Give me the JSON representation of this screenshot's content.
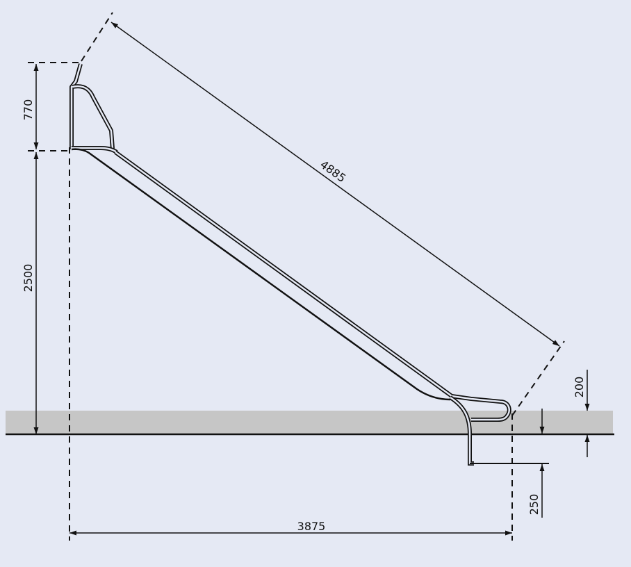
{
  "dimensions": {
    "slide_length": "4885",
    "rail_height": "770",
    "platform_height": "2500",
    "exit_height": "200",
    "foundation_depth": "250",
    "horizontal_length": "3875"
  },
  "colors": {
    "background": "#e5e9f4",
    "ground_band": "#c6c6c6",
    "line": "#111111"
  }
}
